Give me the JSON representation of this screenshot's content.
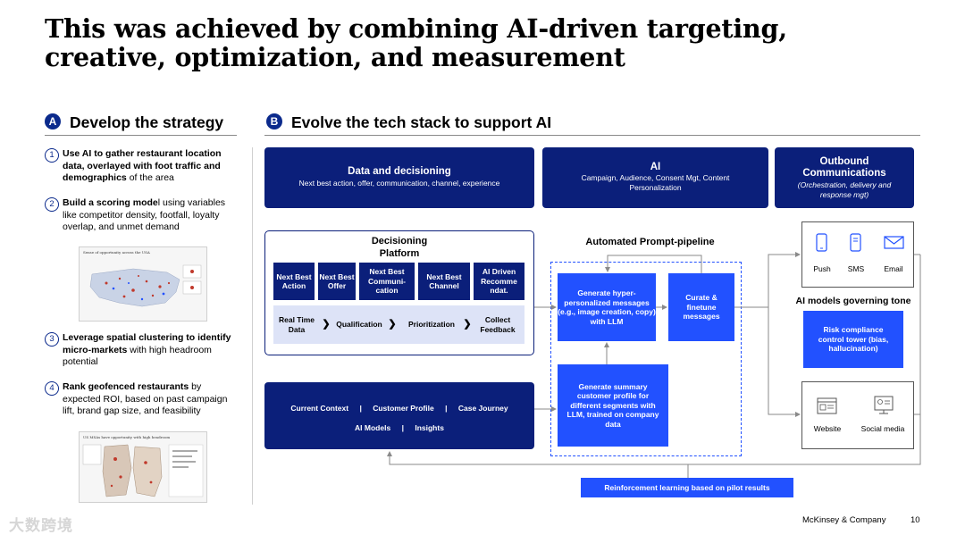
{
  "title": "This was achieved by combining AI-driven targeting, creative, optimization, and measurement",
  "section_a": {
    "badge": "A",
    "title": "Develop the strategy",
    "steps": [
      {
        "num": "1",
        "bold": "Use AI to gather restaurant location data, overlayed with foot traffic and demographics",
        "rest": " of the area"
      },
      {
        "num": "2",
        "bold": "Build a scoring mode",
        "rest": "l using variables like competitor density, footfall, loyalty overlap, and unmet demand"
      },
      {
        "num": "3",
        "bold": "Leverage spatial clustering to identify micro-markets",
        "rest": " with high headroom potential"
      },
      {
        "num": "4",
        "bold": "Rank geofenced restaurants",
        "rest": " by expected ROI, based on past campaign lift, brand gap size, and feasibility"
      }
    ],
    "thumb1_caption": "Sense of opportunity across the USA",
    "thumb2_caption": "US MSAs have opportunity with high headroom"
  },
  "section_b": {
    "badge": "B",
    "title": "Evolve the tech stack to support AI",
    "header_boxes": [
      {
        "title": "Data and decisioning",
        "sub": "Next best action, offer, communication, channel, experience"
      },
      {
        "title": "AI",
        "sub": "Campaign, Audience, Consent Mgt, Content  Personalization"
      },
      {
        "title": "Outbound Communications",
        "sub": "(Orchestration, delivery and response mgt)"
      }
    ],
    "decisioning": {
      "title": "Decisioning Platform",
      "nbx": [
        "Next Best Action",
        "Next Best Offer",
        "Next Best Communi-cation",
        "Next Best Channel",
        "AI Driven Recomme ndat."
      ],
      "flow": [
        "Real Time Data",
        "Qualification",
        "Prioritization",
        "Collect Feedback"
      ]
    },
    "context": {
      "row1": [
        "Current Context",
        "Customer Profile",
        "Case Journey"
      ],
      "row2": [
        "AI Models",
        "Insights"
      ]
    },
    "pipeline": {
      "title": "Automated Prompt-pipeline",
      "gen_messages": "Generate hyper-personalized messages (e.g., image creation, copy) with LLM",
      "curate": "Curate  & finetune messages",
      "gen_summary": "Generate summary customer profile for different segments with LLM, trained on company data"
    },
    "reinforcement": "Reinforcement learning based on pilot results",
    "channels_top": [
      "Push",
      "SMS",
      "Email"
    ],
    "tone_title": "AI models governing tone",
    "risk_box": "Risk compliance control tower (bias, hallucination)",
    "channels_bottom": [
      "Website",
      "Social media"
    ]
  },
  "footer": {
    "company": "McKinsey & Company",
    "page": "10",
    "watermark": "大数跨境"
  },
  "colors": {
    "navy": "#0b1f7a",
    "bright_blue": "#2251ff",
    "badge": "#0b2a8c"
  }
}
